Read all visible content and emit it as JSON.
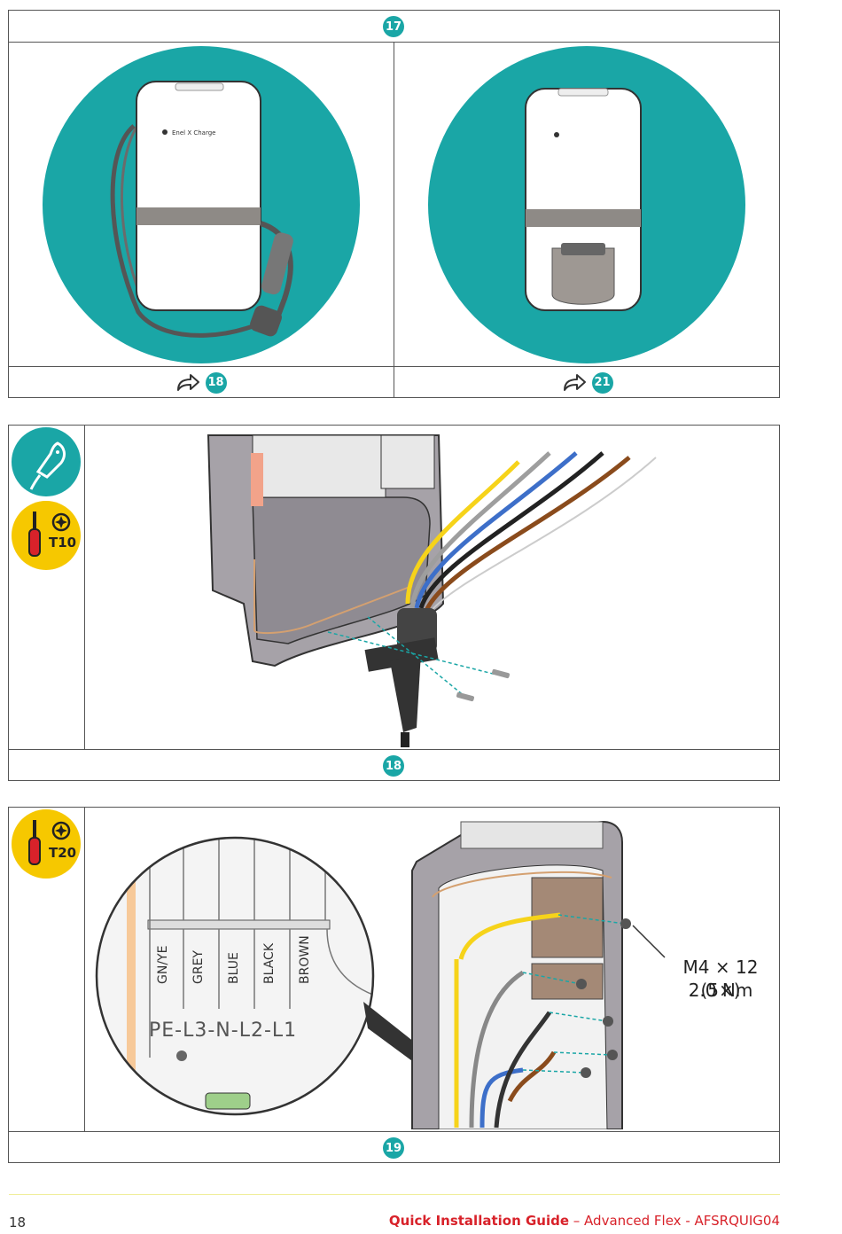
{
  "panel1": {
    "step": "17",
    "left_next_step": "18",
    "right_next_step": "21",
    "brand_text": "Enel X Charge"
  },
  "panel2": {
    "step": "18",
    "tool_label": "T10"
  },
  "panel3": {
    "step": "19",
    "tool_label": "T20",
    "wire_labels": [
      "GN/YE",
      "GREY",
      "BLUE",
      "BLACK",
      "BROWN"
    ],
    "terminal_order": "PE-L3-N-L2-L1",
    "screw_spec_line1": "M4 × 12 (5×)",
    "screw_spec_line2": "2.0 Nm"
  },
  "footer": {
    "page_number": "18",
    "title": "Quick Installation Guide",
    "subtitle": " – Advanced Flex - AFSRQUIG04"
  },
  "colors": {
    "teal": "#1aa6a6",
    "yellow": "#f6c800",
    "red": "#d8222a"
  }
}
